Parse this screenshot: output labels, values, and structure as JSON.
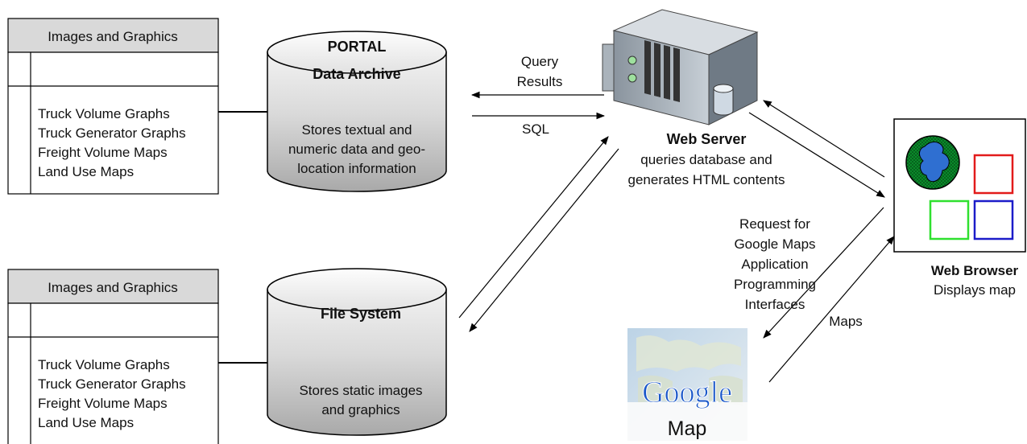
{
  "archive_panel": {
    "header": "Images and Graphics",
    "items": [
      "Truck Volume Graphs",
      "Truck Generator Graphs",
      "Freight Volume Maps",
      "Land Use Maps"
    ]
  },
  "file_panel": {
    "header": "Images and Graphics",
    "items": [
      "Truck Volume Graphs",
      "Truck Generator Graphs",
      "Freight Volume Maps",
      "Land Use Maps"
    ]
  },
  "portal_db": {
    "title_line1": "PORTAL",
    "title_line2": "Data Archive",
    "desc": [
      "Stores textual and",
      "numeric data and geo-",
      "location information"
    ]
  },
  "file_db": {
    "title": "File System",
    "desc": [
      "Stores static images",
      "and graphics"
    ]
  },
  "web_server": {
    "title": "Web Server",
    "desc": [
      "queries database and",
      "generates HTML contents"
    ]
  },
  "web_browser": {
    "title": "Web Browser",
    "desc": "Displays map",
    "colors": {
      "globe": "#2f6fd1",
      "globe_land": "#0a8a2a",
      "red": "#e21b1b",
      "green": "#2fe02f",
      "blue": "#1c1cc9"
    }
  },
  "google_map": {
    "logo": "Google",
    "caption": "Map"
  },
  "arrows": {
    "query_results": [
      "Query",
      "Results"
    ],
    "sql": "SQL",
    "google_request": [
      "Request for",
      "Google Maps",
      "Application",
      "Programming",
      "Interfaces"
    ],
    "maps": "Maps"
  }
}
